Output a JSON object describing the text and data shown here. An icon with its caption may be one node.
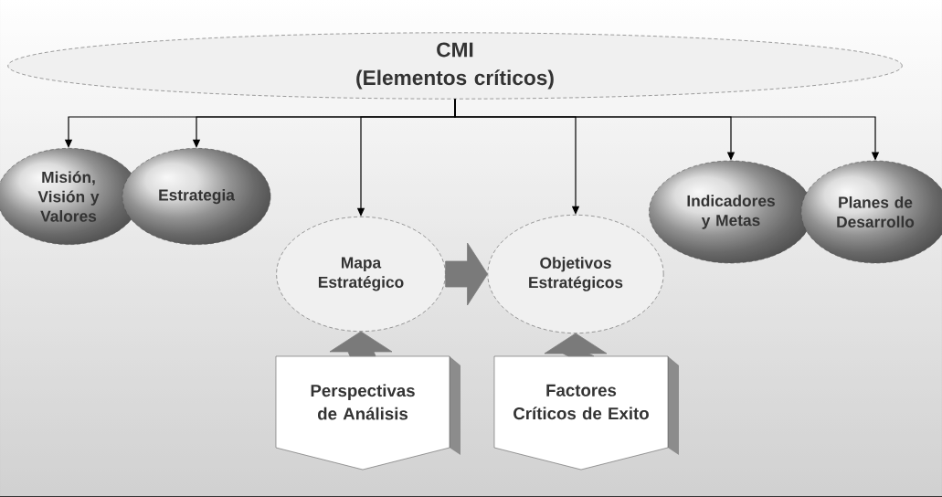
{
  "diagram": {
    "nodes": [
      {
        "text": [
          "CMI",
          "(Elementos críticos)"
        ]
      },
      {
        "text": [
          "Misión, Visión y Valores"
        ]
      },
      {
        "text": [
          "Estrategia"
        ]
      },
      {
        "text": [
          "Mapa Estratégico"
        ]
      },
      {
        "text": [
          "Objetivos Estratégicos"
        ]
      },
      {
        "text": [
          "Indicadores y Metas"
        ]
      },
      {
        "text": [
          "Planes de Desarrollo"
        ]
      },
      {
        "text": [
          "Perspectivas de Análisis"
        ]
      },
      {
        "text": [
          "Factores Críticos de Exito"
        ]
      }
    ],
    "edges": [
      {
        "from": 0,
        "to": 1,
        "arrow": "to"
      },
      {
        "from": 0,
        "to": 2,
        "arrow": "to"
      },
      {
        "from": 0,
        "to": 3,
        "arrow": "to"
      },
      {
        "from": 0,
        "to": 4,
        "arrow": "to"
      },
      {
        "from": 0,
        "to": 5,
        "arrow": "to"
      },
      {
        "from": 0,
        "to": 6,
        "arrow": "to"
      },
      {
        "from": 3,
        "to": 4,
        "arrow": "to",
        "style": "thick",
        "color": "#7a7a7a"
      },
      {
        "from": 7,
        "to": 3,
        "arrow": "to",
        "style": "thick",
        "color": "#7a7a7a"
      },
      {
        "from": 8,
        "to": 4,
        "arrow": "to",
        "style": "thick",
        "color": "#7a7a7a"
      }
    ]
  }
}
